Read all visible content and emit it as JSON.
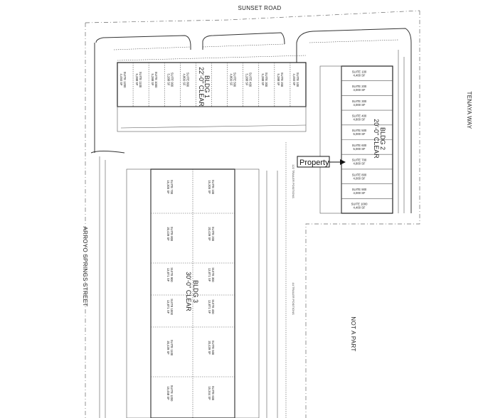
{
  "roads": {
    "north": "SUNSET ROAD",
    "east": "TENAYA WAY",
    "west": "ARROYO SPRINGS STREET"
  },
  "not_a_part": "NOT A PART",
  "property_label": "Property",
  "trailer_positions": [
    "122 TRAILER POSITIONS",
    "44 TRAILER POSITIONS"
  ],
  "bldg1": {
    "name": "BLDG 1",
    "clear": "22'-0\" CLEAR",
    "suites": [
      {
        "name": "SUITE 1200",
        "sf": "4,493 SF"
      },
      {
        "name": "SUITE 1100",
        "sf": "5,288 SF"
      },
      {
        "name": "SUITE 1000",
        "sf": "5,288 SF"
      },
      {
        "name": "SUITE 900",
        "sf": "5,288 SF"
      },
      {
        "name": "SUITE 800",
        "sf": "4,800 SF"
      },
      {
        "name": "SUITE 700",
        "sf": "4,800 SF"
      },
      {
        "name": "SUITE 600",
        "sf": "4,800 SF"
      },
      {
        "name": "SUITE 500",
        "sf": "4,800 SF"
      },
      {
        "name": "SUITE 400",
        "sf": "5,288 SF"
      },
      {
        "name": "SUITE 300",
        "sf": "5,288 SF"
      },
      {
        "name": "SUITE 200",
        "sf": "5,288 SF"
      },
      {
        "name": "SUITE 100",
        "sf": "4,493 SF"
      }
    ]
  },
  "bldg2": {
    "name": "BLDG 2",
    "clear": "20'-0\" CLEAR",
    "suites": [
      {
        "name": "SUITE 100",
        "sf": "4,400 SF"
      },
      {
        "name": "SUITE 200",
        "sf": "4,000 SF"
      },
      {
        "name": "SUITE 300",
        "sf": "4,000 SF"
      },
      {
        "name": "SUITE 400",
        "sf": "4,800 SF"
      },
      {
        "name": "SUITE 500",
        "sf": "5,000 SF"
      },
      {
        "name": "SUITE 600",
        "sf": "5,000 SF"
      },
      {
        "name": "SUITE 700",
        "sf": "4,800 SF"
      },
      {
        "name": "SUITE 800",
        "sf": "4,000 SF"
      },
      {
        "name": "SUITE 900",
        "sf": "4,000 SF"
      },
      {
        "name": "SUITE 1000",
        "sf": "4,400 SF"
      }
    ]
  },
  "bldg3": {
    "name": "BLDG 3",
    "clear": "30'-0\" CLEAR",
    "left_suites": [
      {
        "name": "SUITE 700",
        "sf": "15,305 SF"
      },
      {
        "name": "SUITE 800",
        "sf": "20,439 SF"
      },
      {
        "name": "SUITE 900",
        "sf": "13,871 SF"
      },
      {
        "name": "SUITE 1000",
        "sf": "13,871 SF"
      },
      {
        "name": "SUITE 1100",
        "sf": "20,439 SF"
      },
      {
        "name": "SUITE 1200",
        "sf": "15,458 SF"
      }
    ],
    "right_suites": [
      {
        "name": "SUITE 100",
        "sf": "15,305 SF"
      },
      {
        "name": "SUITE 200",
        "sf": "20,439 SF"
      },
      {
        "name": "SUITE 300",
        "sf": "13,871 SF"
      },
      {
        "name": "SUITE 400",
        "sf": "13,871 SF"
      },
      {
        "name": "SUITE 500",
        "sf": "20,439 SF"
      },
      {
        "name": "SUITE 600",
        "sf": "15,344 SF"
      }
    ]
  }
}
